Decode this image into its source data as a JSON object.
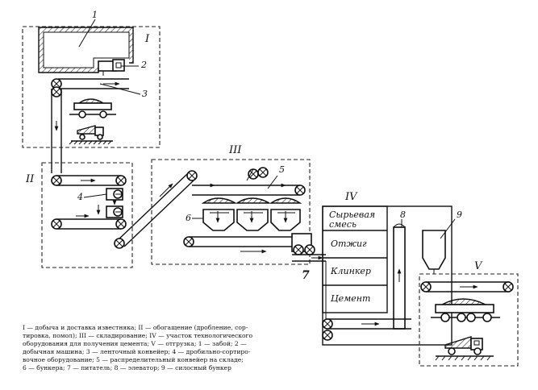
{
  "sections": {
    "I": "I",
    "II": "II",
    "III": "III",
    "IV": "IV",
    "V": "V"
  },
  "callouts": {
    "n1": "1",
    "n2": "2",
    "n3": "3",
    "n4": "4",
    "n5": "5",
    "n6": "6",
    "n7": "7",
    "n8": "8",
    "n9": "9"
  },
  "stages": {
    "raw_mix_line1": "Сырьевая",
    "raw_mix_line2": "смесь",
    "firing": "Отжиг",
    "clinker": "Клинкер",
    "cement": "Цемент"
  },
  "caption": {
    "line1": "I — добыча и доставка известняка; II — обогащение (дробление, сор-",
    "line2": "тировка, помол); III — складирование; IV — участок технологического",
    "line3": "оборудования для получения цемента; V — отгрузка; 1 — забой; 2 —",
    "line4": "добычная машина; 3 — ленточный конвейер; 4 — дробильно-сортиро-",
    "line5": "вочное оборудование; 5 — распределительный конвейер на складе;",
    "line6": "6 — бункера; 7 — питатель; 8 — элеватор; 9 — силосный бункер"
  }
}
